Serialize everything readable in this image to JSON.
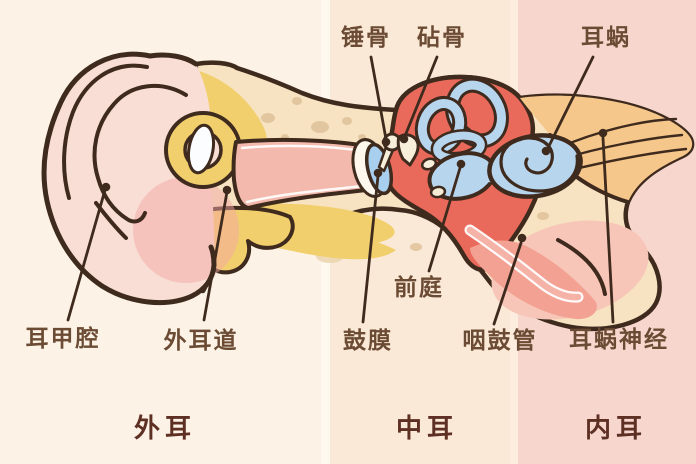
{
  "diagram_title": "ear anatomy diagram",
  "palette": {
    "band_outer_ear_bg": "#fcf3e6",
    "band_middle_ear_bg": "#fbe9d7",
    "band_inner_ear_bg": "#f7d7cd",
    "outline": "#3f2a1e",
    "bone_cream": "#f7e3c1",
    "bone_speckle": "#dfc19a",
    "cartilage_yellow": "#f2cf6d",
    "skin_pink": "#f9ded5",
    "blush_pink": "#f1a7a3",
    "canal_pink": "#f4b9ad",
    "middle_ear_red": "#e96a5b",
    "inner_ear_blue": "#b8d5ee",
    "eardrum_blue": "#a9cfee",
    "soft_tissue_salmon": "#f2a193",
    "nerve_band_orange": "#f6c78b",
    "label_text": "#6b4b33",
    "section_label_text": "#5e2f23"
  },
  "labels": {
    "structures": [
      {
        "id": "malleus",
        "text": "锤骨"
      },
      {
        "id": "incus",
        "text": "砧骨"
      },
      {
        "id": "cochlea",
        "text": "耳蜗"
      },
      {
        "id": "concha-cavity",
        "text": "耳甲腔"
      },
      {
        "id": "ear-canal",
        "text": "外耳道"
      },
      {
        "id": "eardrum",
        "text": "鼓膜"
      },
      {
        "id": "vestibule",
        "text": "前庭"
      },
      {
        "id": "eustachian-tube",
        "text": "咽鼓管"
      },
      {
        "id": "cochlear-nerve",
        "text": "耳蜗神经"
      }
    ],
    "sections": [
      {
        "id": "outer-ear",
        "text": "外耳"
      },
      {
        "id": "middle-ear",
        "text": "中耳"
      },
      {
        "id": "inner-ear",
        "text": "内耳"
      }
    ]
  }
}
